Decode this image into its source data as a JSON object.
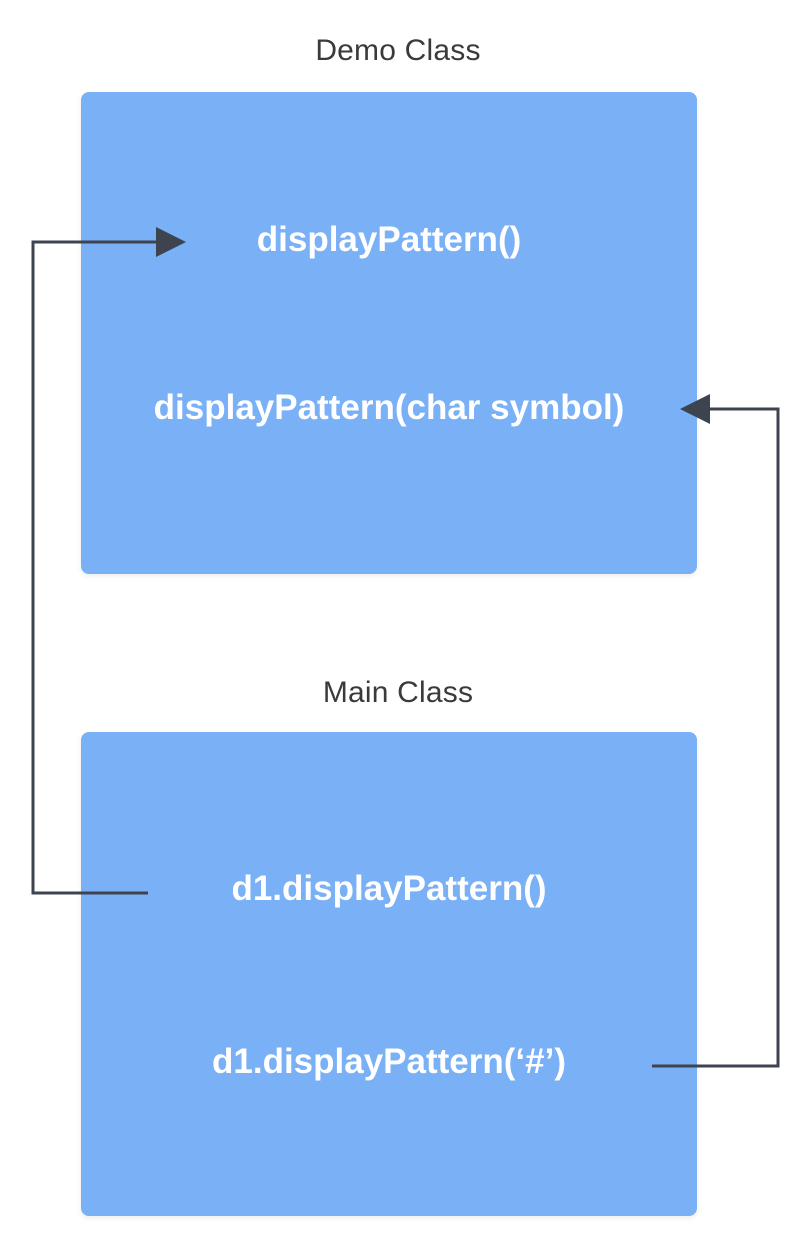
{
  "demo": {
    "title": "Demo Class",
    "methods": [
      "displayPattern()",
      "displayPattern(char symbol)"
    ]
  },
  "main": {
    "title": "Main Class",
    "calls": [
      "d1.displayPattern()",
      "d1.displayPattern(‘#’)"
    ]
  },
  "colors": {
    "box_fill": "#7ab0f6",
    "arrow": "#3d4450",
    "title_text": "#3a3a3a",
    "method_text": "#ffffff"
  }
}
